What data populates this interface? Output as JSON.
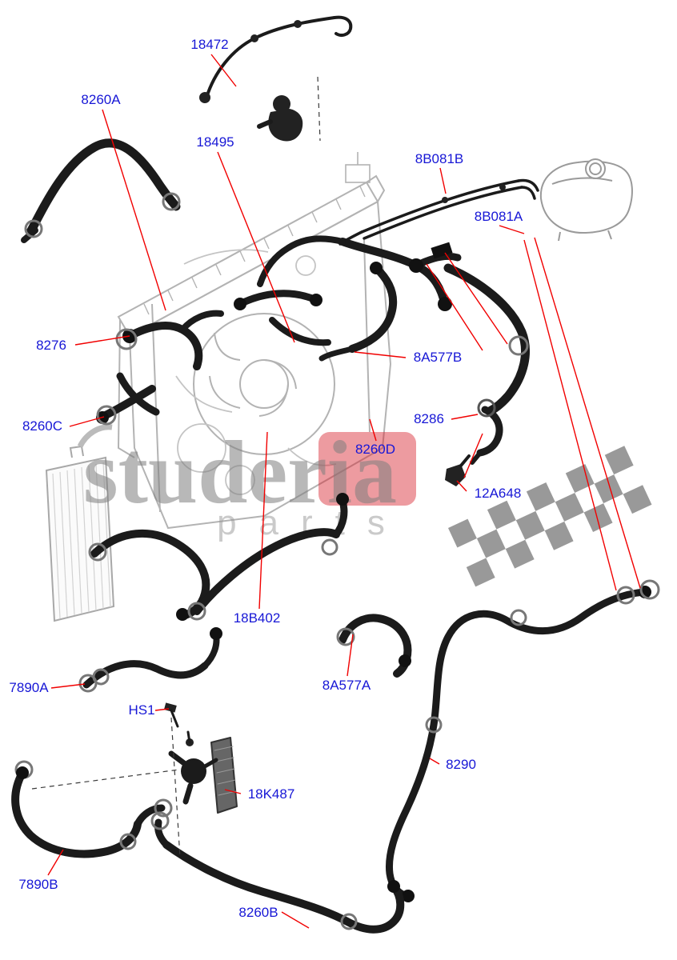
{
  "diagram": {
    "watermark": {
      "brand": "studeria",
      "tagline": "parts"
    },
    "labels": [
      {
        "part": "18472"
      },
      {
        "part": "8260A"
      },
      {
        "part": "18495"
      },
      {
        "part": "8B081B"
      },
      {
        "part": "8B081A"
      },
      {
        "part": "8276"
      },
      {
        "part": "8A577B"
      },
      {
        "part": "8260C"
      },
      {
        "part": "8286"
      },
      {
        "part": "8260D"
      },
      {
        "part": "12A648"
      },
      {
        "part": "18B402"
      },
      {
        "part": "8A577A"
      },
      {
        "part": "7890A"
      },
      {
        "part": "HS1"
      },
      {
        "part": "18K487"
      },
      {
        "part": "8290"
      },
      {
        "part": "7890B"
      },
      {
        "part": "8260B"
      }
    ],
    "colors": {
      "label_blue": "#1717d6",
      "leader_red": "#f10000",
      "hose_black": "#1b1b1b",
      "outline_gray": "#b0b0b0"
    }
  }
}
